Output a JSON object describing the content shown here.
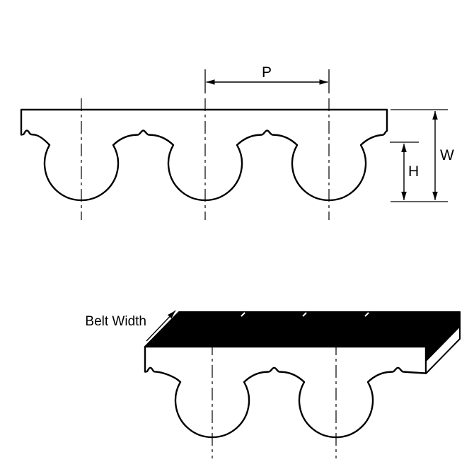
{
  "colors": {
    "line": "#000000",
    "belt_fill": "#ffffff",
    "top_surface": "#000000",
    "background": "#ffffff"
  },
  "labels": {
    "pitch": "P",
    "overall_height": "W",
    "tooth_height": "H",
    "belt_width": "Belt Width"
  }
}
